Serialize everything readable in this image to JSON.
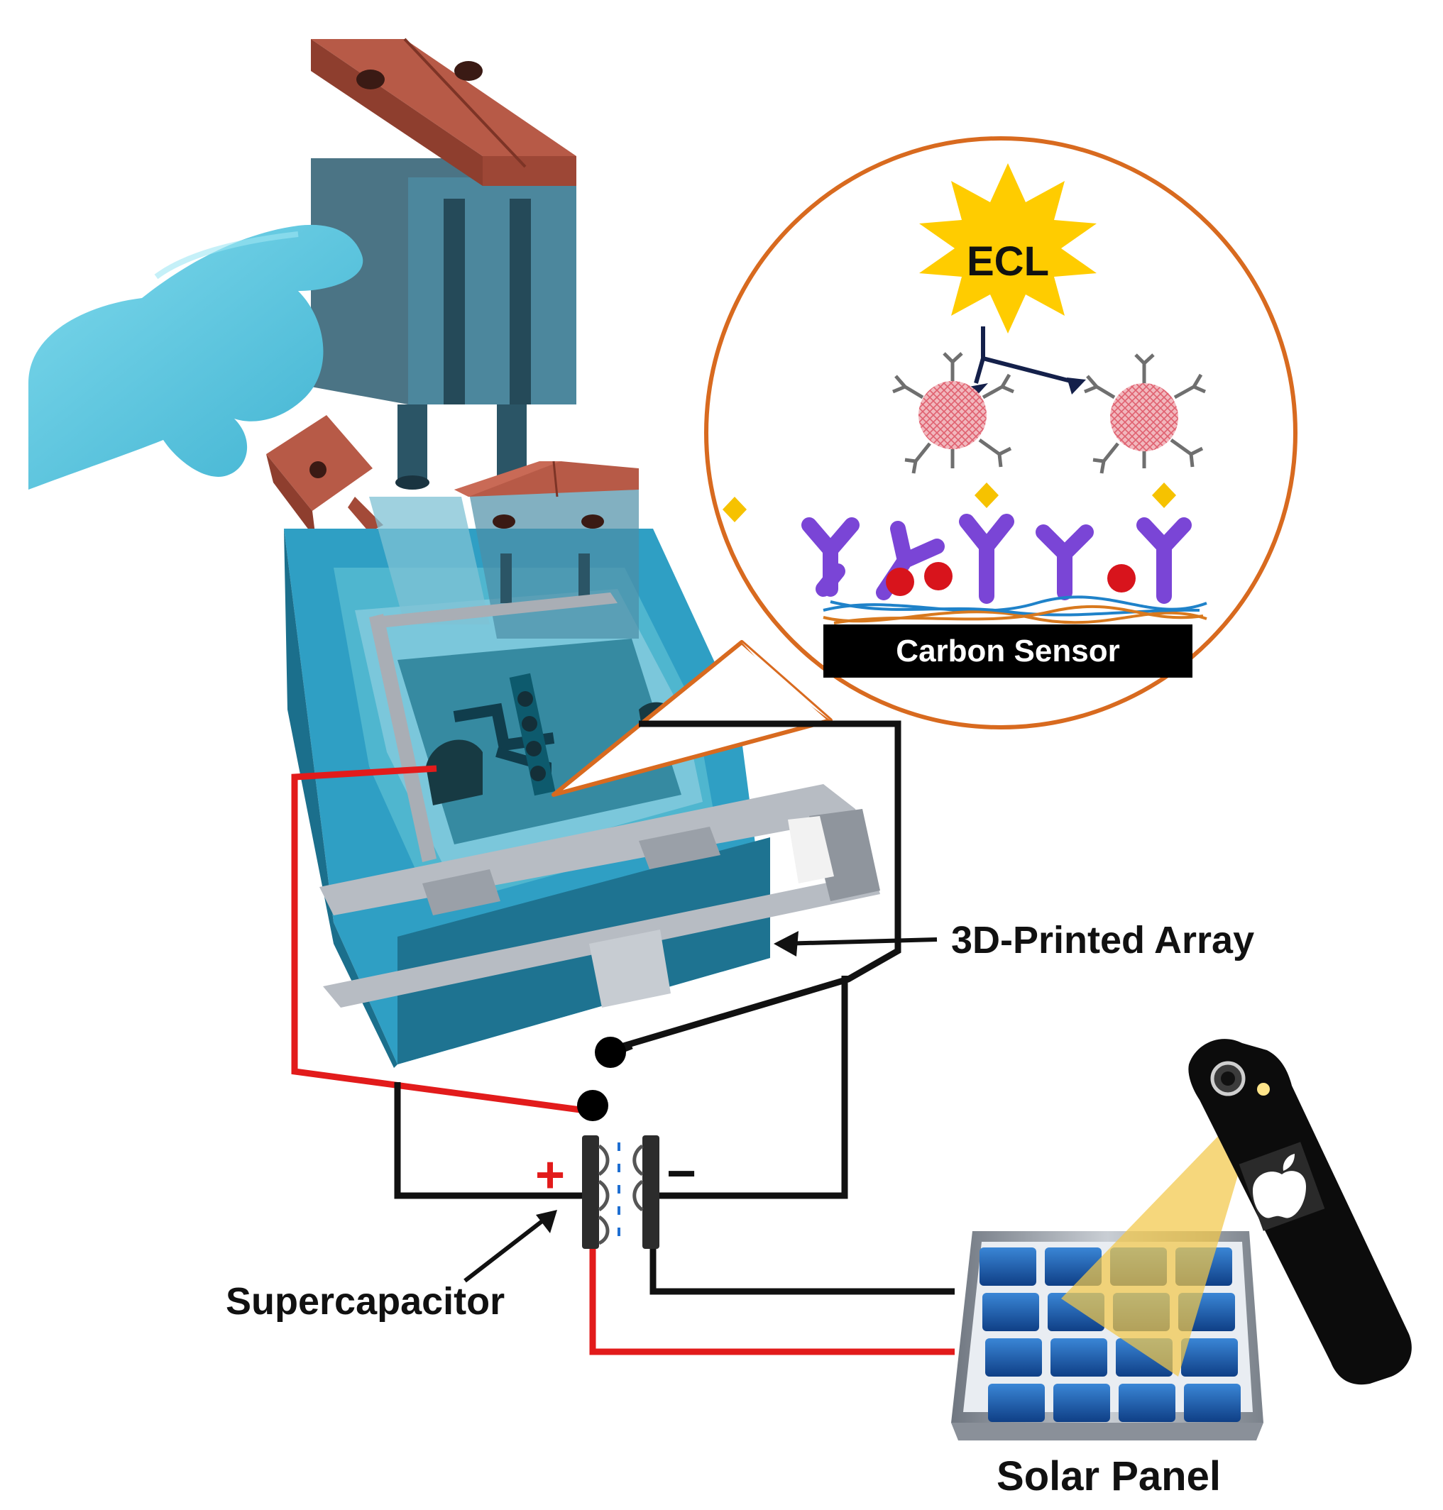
{
  "labels": {
    "ecl": "ECL",
    "carbon_sensor": "Carbon Sensor",
    "array": "3D-Printed Array",
    "supercapacitor": "Supercapacitor",
    "solar_panel": "Solar Panel",
    "plus": "+",
    "minus": "−"
  },
  "colors": {
    "housing_blue": "#2f9fc4",
    "housing_dark": "#1b6f8c",
    "reservoir_blue": "#5fb3c9",
    "lid_copper": "#b75a47",
    "gloves": "#5ec8e0",
    "callout_ring": "#d86a1f",
    "ecl_burst": "#ffcc00",
    "antibody_purple": "#7a45d6",
    "analyte_yellow": "#f6c200",
    "red_dots": "#d8141c",
    "wire_red": "#e21b1b",
    "wire_black": "#111111",
    "panel_blue": "#1f5fb0",
    "light_cone": "#f3c84a"
  },
  "icons": [
    "gloved-hand-icon",
    "phone-icon",
    "apple-logo-icon",
    "solar-panel-icon",
    "supercapacitor-icon"
  ]
}
